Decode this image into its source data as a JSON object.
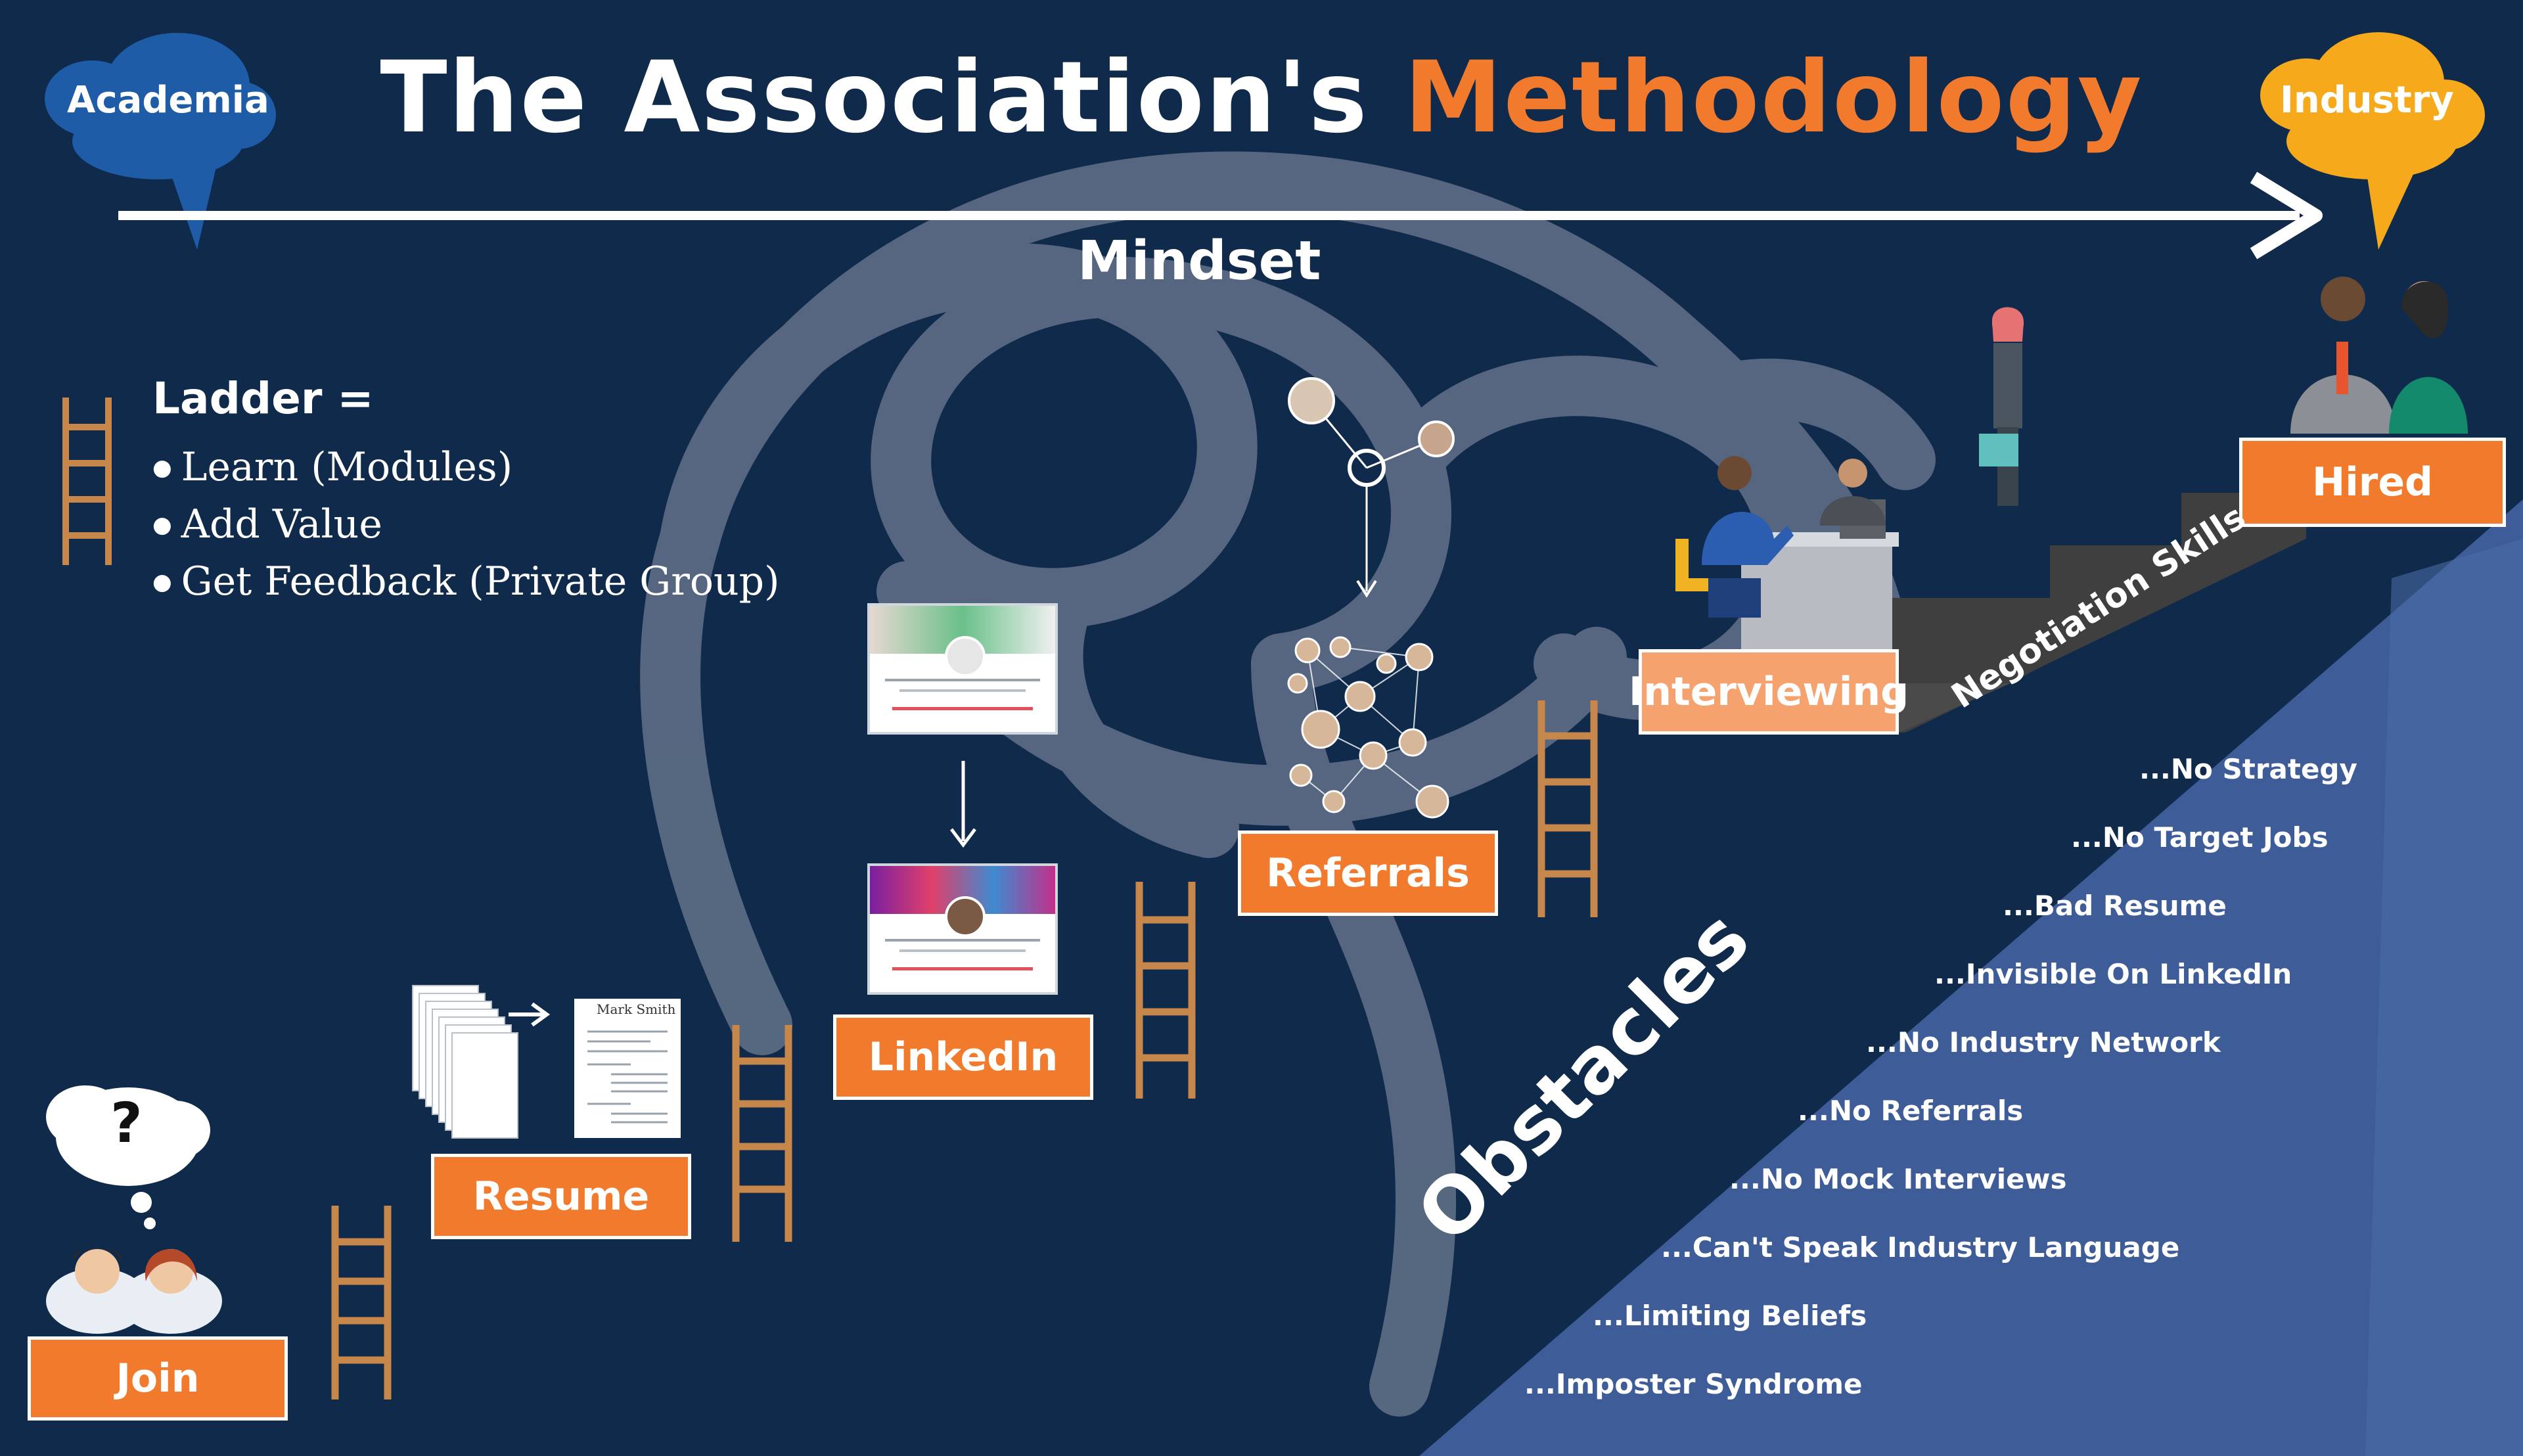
{
  "title": {
    "main": "The Association's",
    "accent": "Methodology"
  },
  "colors": {
    "background": "#0f2a4a",
    "accent": "#f27a2c",
    "academia_cloud": "#1f5ca8",
    "industry_cloud": "#f5a91b",
    "obstacle_panel": "#3e5d98",
    "brain_path": "#5b6a83"
  },
  "clouds": {
    "academia": "Academia",
    "industry": "Industry"
  },
  "axis": {
    "label": "Mindset"
  },
  "ladder": {
    "heading": "Ladder =",
    "items": [
      "Learn (Modules)",
      "Add Value",
      "Get Feedback (Private Group)"
    ]
  },
  "stages": {
    "join": "Join",
    "resume": "Resume",
    "linkedin": "LinkedIn",
    "referrals": "Referrals",
    "interviewing": "Interviewing",
    "hired": "Hired"
  },
  "resume_card": {
    "name": "Mark Smith"
  },
  "negotiation": "Negotiation Skills",
  "obstacles": {
    "title": "Obstacles",
    "items": [
      "...No Strategy",
      "...No Target Jobs",
      "...Bad Resume",
      "...Invisible On LinkedIn",
      "...No Industry Network",
      "...No Referrals",
      "...No Mock Interviews",
      "...Can't Speak Industry Language",
      "...Limiting Beliefs",
      "...Imposter Syndrome"
    ]
  },
  "icons": {
    "question": "?",
    "ladder_icon": "ladder-icon",
    "people_icon": "people-icon",
    "network_icon": "network-icon",
    "handshake_icon": "interview-icon"
  }
}
